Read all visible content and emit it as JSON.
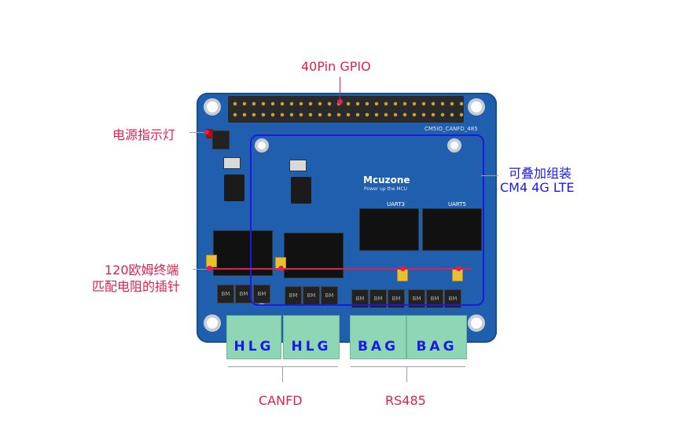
{
  "labels": {
    "gpio": "40Pin GPIO",
    "power_led": "电源指示灯",
    "cm4_line1": "可叠加组装",
    "cm4_line2": "CM4 4G LTE",
    "resistor_line1": "120欧姆终端",
    "resistor_line2": "匹配电阻的插针",
    "canfd": "CANFD",
    "rs485": "RS485"
  },
  "board": {
    "name": "CM5IO_CANFD_485",
    "logo": "Mcuzone",
    "tagline": "Power up the MCU",
    "uart_a": "UART3",
    "uart_b": "UART5"
  },
  "terminals": [
    "HLG",
    "HLG",
    "BAG",
    "BAG"
  ],
  "diode_marks": [
    "BM",
    "BM",
    "BM",
    "BM",
    "BM",
    "BM",
    "BM",
    "BM",
    "BM",
    "BM",
    "BM",
    "BM"
  ],
  "colors": {
    "annotation_red": "#e0204e",
    "annotation_blue": "#1a1ae6",
    "pcb_blue": "#1f5fae",
    "terminal_green": "#8fd6b4"
  }
}
